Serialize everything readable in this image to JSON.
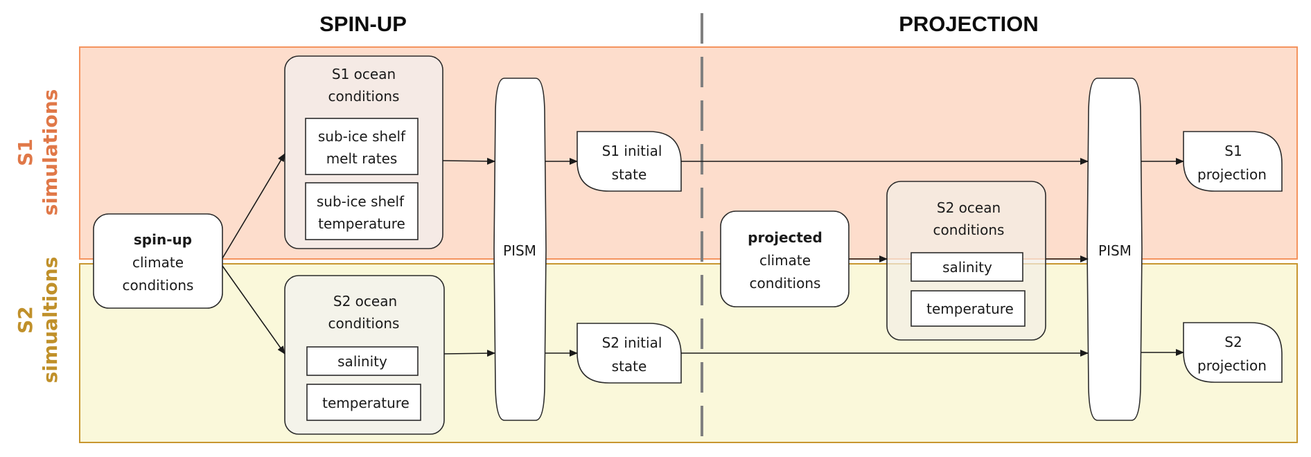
{
  "phases": {
    "spinup": "SPIN-UP",
    "projection": "PROJECTION"
  },
  "bands": {
    "s1": {
      "line1": "S1",
      "line2": "simulations",
      "fill": "#FDDDCC",
      "border": "#F4945E",
      "label_color": "#E07848"
    },
    "s2": {
      "line1": "S2",
      "line2": "simualtions",
      "fill": "#FAF8DA",
      "border": "#C8962F",
      "label_color": "#C0902A"
    }
  },
  "nodes": {
    "spinup_climate": {
      "bold": "spin-up",
      "lines": [
        "climate",
        "conditions"
      ]
    },
    "s1_ocean_spinup": {
      "title": [
        "S1 ocean",
        "conditions"
      ],
      "items": [
        [
          "sub-ice shelf",
          "melt rates"
        ],
        [
          "sub-ice shelf",
          "temperature"
        ]
      ]
    },
    "s2_ocean_spinup": {
      "title": [
        "S2 ocean",
        "conditions"
      ],
      "items": [
        [
          "salinity"
        ],
        [
          "temperature"
        ]
      ]
    },
    "pism_spinup": "PISM",
    "s1_initial": [
      "S1 initial",
      "state"
    ],
    "s2_initial": [
      "S2 initial",
      "state"
    ],
    "projected_climate": {
      "bold": "projected",
      "lines": [
        "climate",
        "conditions"
      ]
    },
    "s2_ocean_projection": {
      "title": [
        "S2 ocean",
        "conditions"
      ],
      "items": [
        [
          "salinity"
        ],
        [
          "temperature"
        ]
      ]
    },
    "pism_projection": "PISM",
    "s1_projection": [
      "S1",
      "projection"
    ],
    "s2_projection": [
      "S2",
      "projection"
    ]
  },
  "colors": {
    "divider": "#808080",
    "ocean_box_s1": "#F5EAE5",
    "ocean_box_s2": "#F4F3EA",
    "node_fill": "#FFFFFF"
  }
}
